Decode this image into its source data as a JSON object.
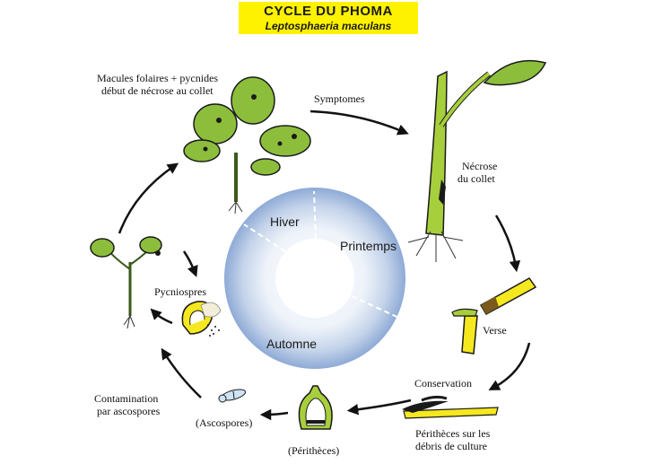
{
  "title": {
    "main": "CYCLE DU PHOMA",
    "sub": "Leptosphaeria maculans"
  },
  "seasons": {
    "hiver": "Hiver",
    "printemps": "Printemps",
    "automne": "Automne"
  },
  "labels": {
    "macules_line1": "Macules folaires + pycnides",
    "macules_line2": "début de nécrose au collet",
    "symptomes": "Symptomes",
    "necrose_line1": "Nécrose",
    "necrose_line2": "du collet",
    "verse": "Verse",
    "conservation": "Conservation",
    "perithecesdebris_line1": "Périthèces sur les",
    "perithecesdebris_line2": "débris de culture",
    "peritheces": "(Périthèces)",
    "ascospores": "(Ascospores)",
    "contamination_line1": "Contamination",
    "contamination_line2": "par ascospores",
    "pycniospres": "Pycniospres"
  },
  "colors": {
    "title_bg": "#fff200",
    "leaf": "#8cbe3c",
    "stem": "#a7cf3c",
    "debris": "#f5e81e",
    "ring_outer": "#9cb5da",
    "ring_inner": "#f4f7fb"
  }
}
